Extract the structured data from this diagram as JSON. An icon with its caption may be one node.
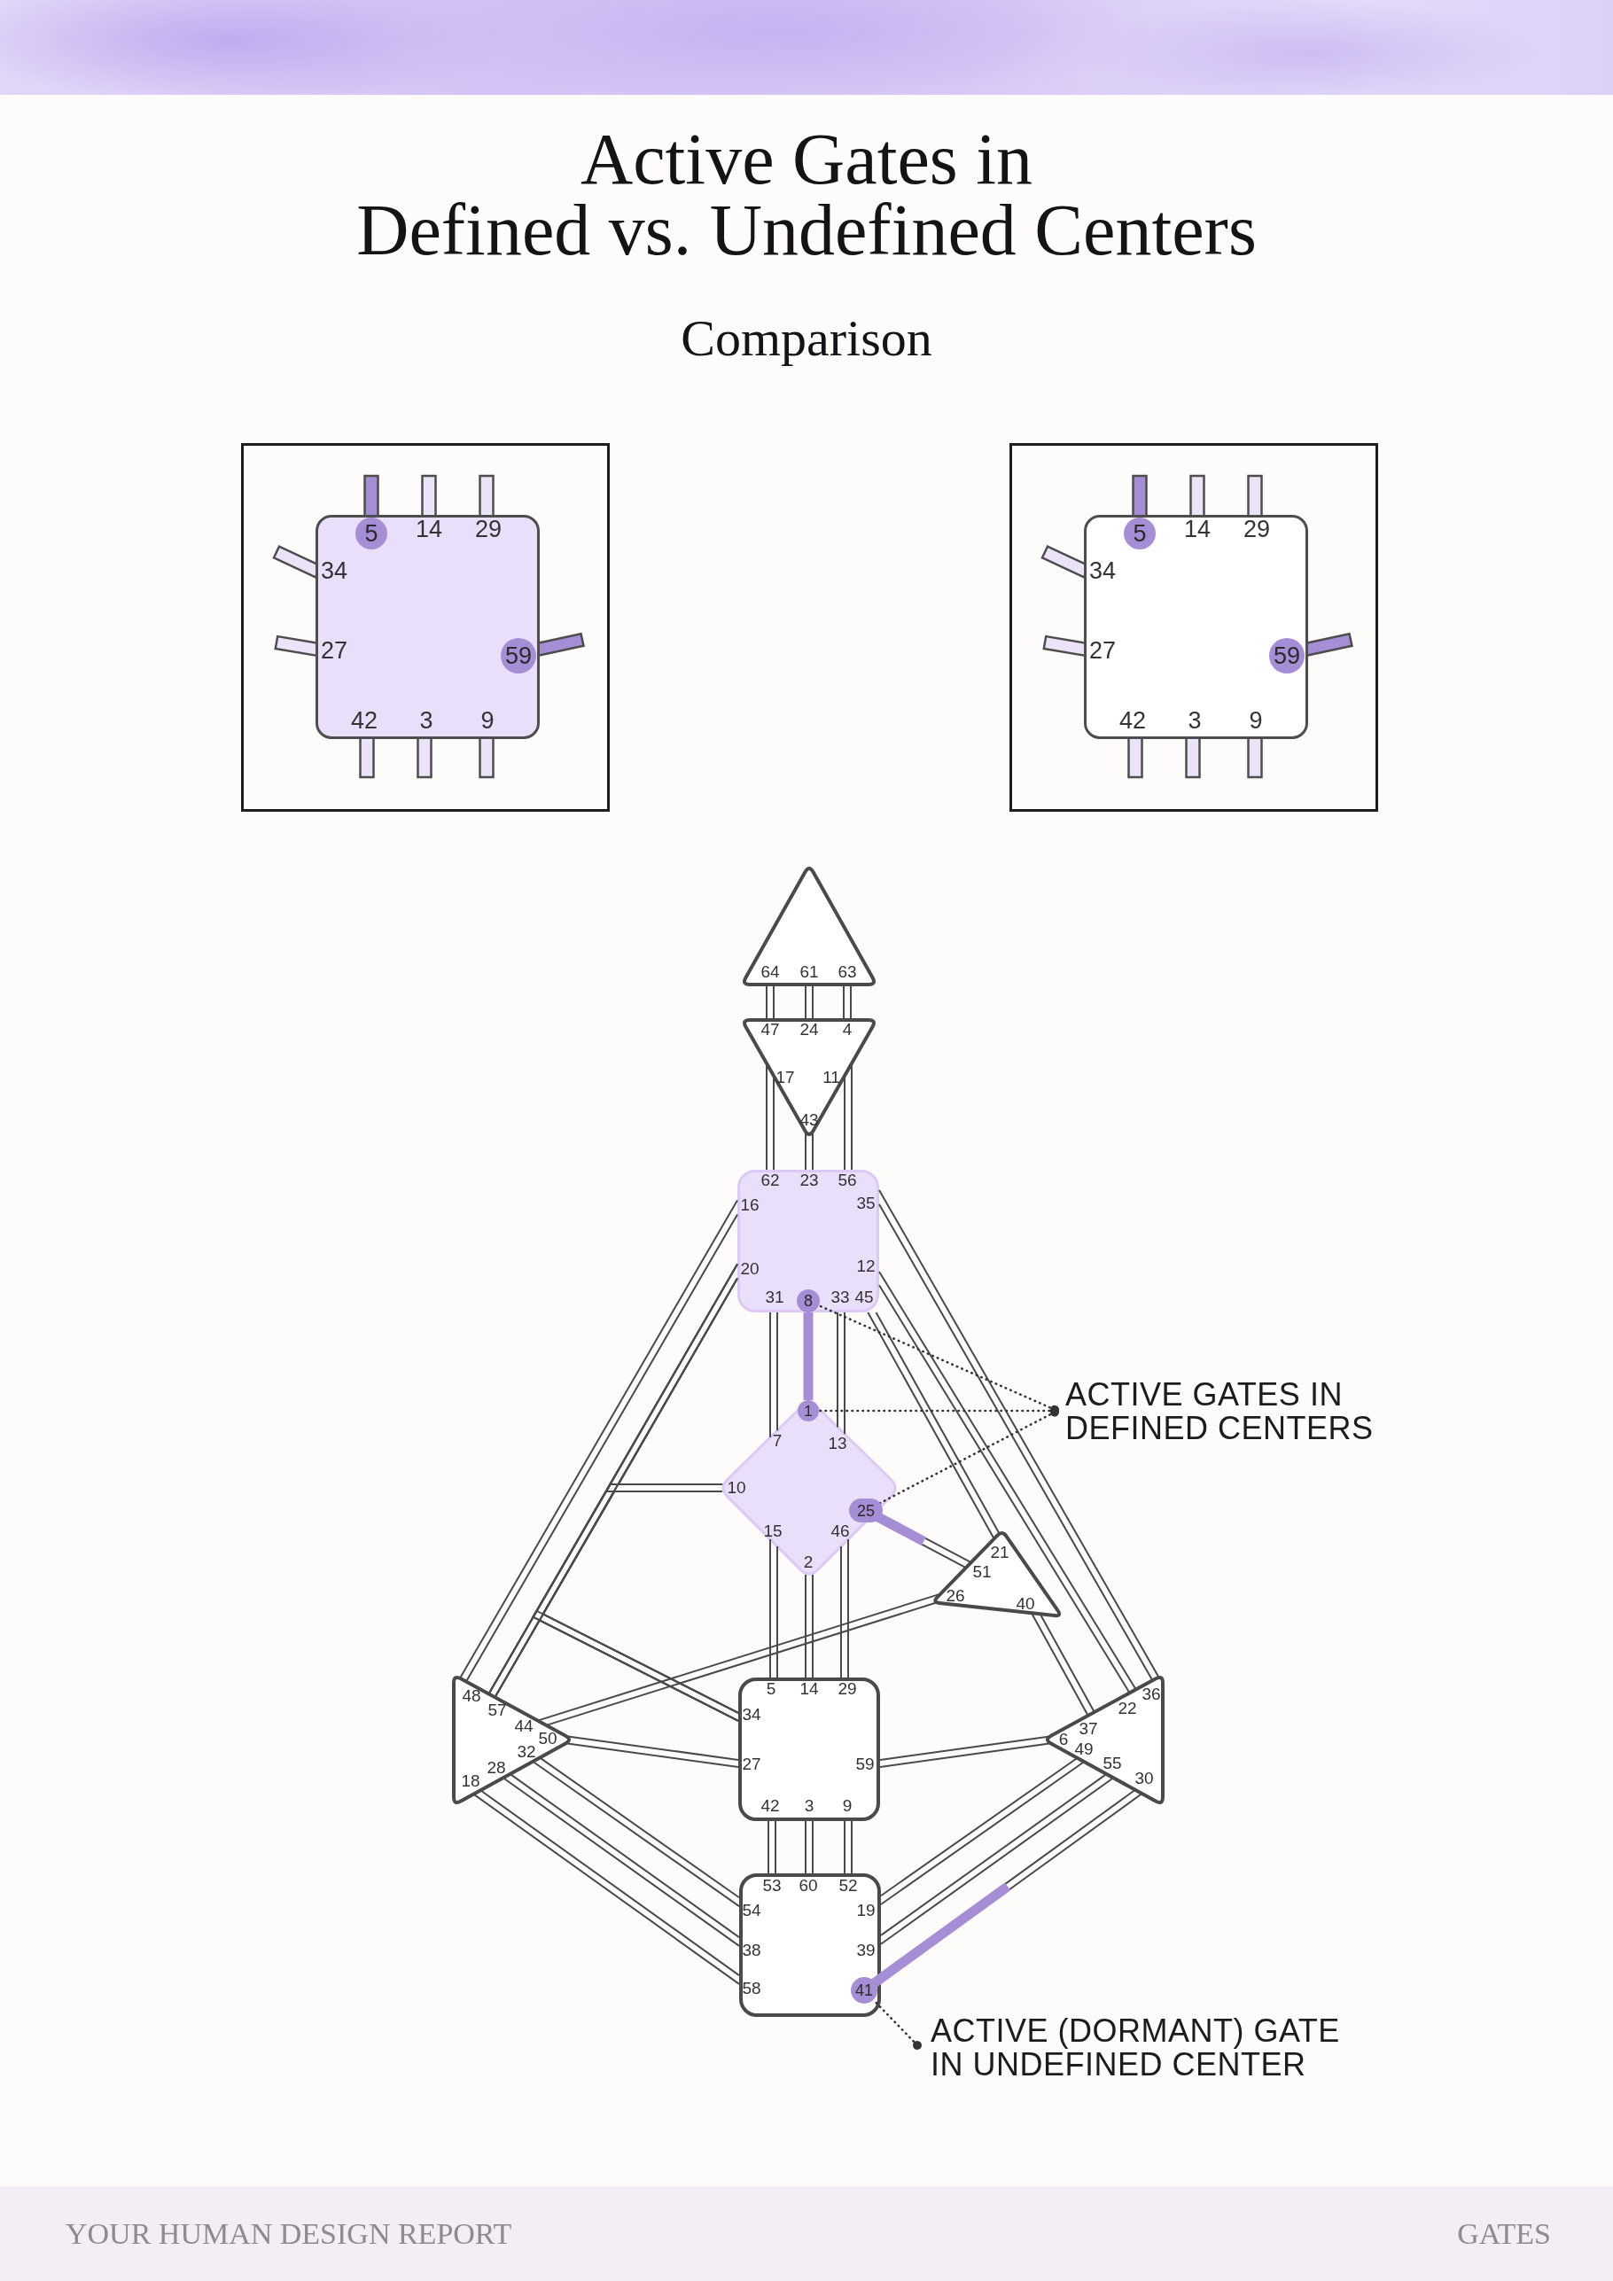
{
  "diagram": {
    "title": "Active Gates in Defined vs. Undefined Centers",
    "nodes": [
      {
        "text": [],
        "shape": "band"
      },
      {
        "text": [],
        "shape": "box"
      },
      {
        "text": [
          "14",
          "29",
          "34",
          "27",
          "42",
          "3",
          "9"
        ],
        "in": 1
      },
      {
        "text": [
          "5"
        ],
        "in": 2
      },
      {
        "text": [
          "59"
        ],
        "in": 2
      },
      {
        "text": [],
        "shape": "box"
      },
      {
        "text": [
          "14",
          "29",
          "34",
          "27",
          "42",
          "3",
          "9"
        ],
        "in": 5
      },
      {
        "text": [
          "5"
        ],
        "in": 6
      },
      {
        "text": [
          "59"
        ],
        "in": 6
      },
      {
        "text": [
          "64",
          "61",
          "63"
        ]
      },
      {
        "text": [
          "47",
          "24",
          "4",
          "17",
          "11",
          "43"
        ]
      },
      {
        "text": [
          "62",
          "23",
          "56",
          "16",
          "35",
          "20",
          "12",
          "31",
          "33",
          "45"
        ]
      },
      {
        "text": [
          "8"
        ],
        "in": 11
      },
      {
        "text": [
          "7",
          "13",
          "10",
          "15",
          "46",
          "2"
        ]
      },
      {
        "text": [
          "1"
        ],
        "in": 13
      },
      {
        "text": [
          "25"
        ],
        "in": 13
      },
      {
        "text": [
          "21",
          "51",
          "26",
          "40"
        ]
      },
      {
        "text": [
          "48",
          "57",
          "44",
          "50",
          "32",
          "28",
          "18"
        ]
      },
      {
        "text": [
          "5",
          "14",
          "29",
          "34",
          "27",
          "59",
          "42",
          "3",
          "9"
        ]
      },
      {
        "text": [
          "36",
          "22",
          "37",
          "6",
          "49",
          "55",
          "30"
        ]
      },
      {
        "text": [
          "53",
          "60",
          "52",
          "54",
          "19",
          "38",
          "39",
          "58"
        ]
      },
      {
        "text": [
          "41"
        ],
        "in": 20
      },
      {
        "text": [
          "ACTIVE GATES IN DEFINED CENTERS"
        ]
      },
      {
        "text": [
          "ACTIVE (DORMANT) GATE IN UNDEFINED CENTER"
        ]
      },
      {
        "text": [],
        "shape": "bar"
      },
      {
        "text": [],
        "shape": "bar"
      }
    ],
    "edges": [
      {
        "from": 9,
        "to": 10,
        "arrow": "none"
      },
      {
        "from": 9,
        "to": 10,
        "arrow": "none"
      },
      {
        "from": 9,
        "to": 10,
        "arrow": "none"
      },
      {
        "from": 10,
        "to": 11,
        "arrow": "none"
      },
      {
        "from": 10,
        "to": 11,
        "arrow": "none"
      },
      {
        "from": 10,
        "to": 11,
        "arrow": "none"
      },
      {
        "from": 11,
        "to": 17,
        "arrow": "none"
      },
      {
        "from": 11,
        "to": 17,
        "arrow": "none"
      },
      {
        "from": 11,
        "to": 13,
        "arrow": "none"
      },
      {
        "from": 11,
        "to": 18,
        "arrow": "none"
      },
      {
        "from": 11,
        "to": 13,
        "arrow": "none"
      },
      {
        "from": 12,
        "to": 14,
        "arrow": "none",
        "style": "thick",
        "color": "#a68ed6"
      },
      {
        "from": 11,
        "to": 13,
        "arrow": "none"
      },
      {
        "from": 11,
        "to": 16,
        "arrow": "none"
      },
      {
        "from": 11,
        "to": 19,
        "arrow": "none"
      },
      {
        "from": 11,
        "to": 19,
        "arrow": "none"
      },
      {
        "from": 13,
        "to": 17,
        "arrow": "none"
      },
      {
        "from": 13,
        "to": 18,
        "arrow": "none"
      },
      {
        "from": 24,
        "to": 16,
        "arrow": "none"
      },
      {
        "from": 13,
        "to": 18,
        "arrow": "none"
      },
      {
        "from": 13,
        "to": 18,
        "arrow": "none"
      },
      {
        "from": 13,
        "to": 18,
        "arrow": "none"
      },
      {
        "from": 16,
        "to": 17,
        "arrow": "none"
      },
      {
        "from": 16,
        "to": 19,
        "arrow": "none"
      },
      {
        "from": 18,
        "to": 17,
        "arrow": "none"
      },
      {
        "from": 18,
        "to": 17,
        "arrow": "none"
      },
      {
        "from": 18,
        "to": 19,
        "arrow": "none"
      },
      {
        "from": 18,
        "to": 20,
        "arrow": "none"
      },
      {
        "from": 18,
        "to": 20,
        "arrow": "none"
      },
      {
        "from": 18,
        "to": 20,
        "arrow": "none"
      },
      {
        "from": 20,
        "to": 17,
        "arrow": "none"
      },
      {
        "from": 20,
        "to": 17,
        "arrow": "none"
      },
      {
        "from": 20,
        "to": 17,
        "arrow": "none"
      },
      {
        "from": 20,
        "to": 19,
        "arrow": "none"
      },
      {
        "from": 20,
        "to": 19,
        "arrow": "none"
      },
      {
        "from": 25,
        "to": 19,
        "arrow": "none"
      },
      {
        "from": 22,
        "to": 12,
        "arrow": "other",
        "style": "dashed"
      },
      {
        "from": 22,
        "to": 14,
        "arrow": "other",
        "style": "dashed"
      },
      {
        "from": 22,
        "to": 15,
        "arrow": "other",
        "style": "dashed"
      },
      {
        "from": 23,
        "to": 21,
        "arrow": "other",
        "style": "dashed"
      }
    ],
    "labels": [
      "Comparison",
      "YOUR HUMAN DESIGN REPORT",
      "GATES"
    ]
  }
}
